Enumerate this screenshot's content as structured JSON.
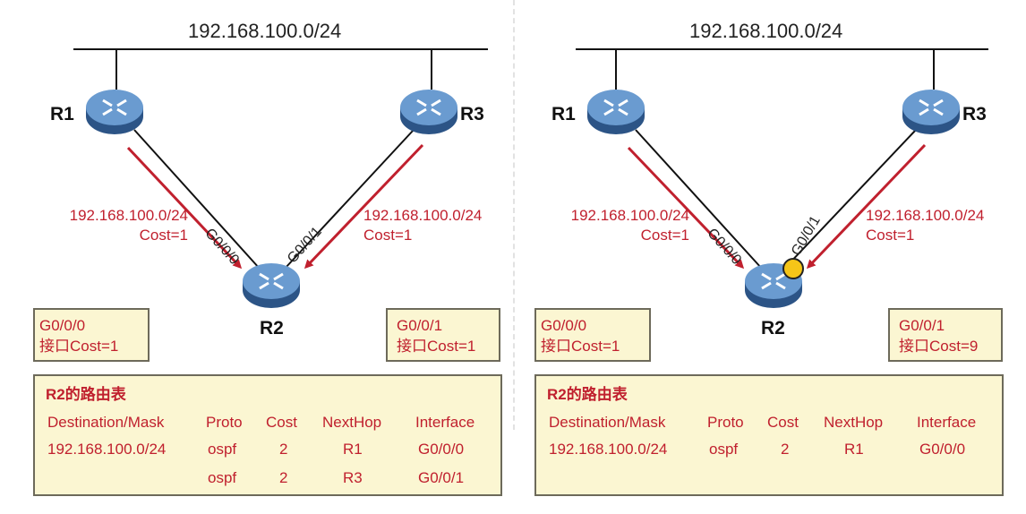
{
  "colors": {
    "red": "#c0202e",
    "box_bg": "#fbf6d2",
    "router_blue": "#3d6ea6",
    "marker": "#f5c518"
  },
  "icons": [
    "router-icon",
    "red-arrow",
    "yellow-dot"
  ],
  "left": {
    "network": "192.168.100.0/24",
    "routers": {
      "r1": "R1",
      "r2": "R2",
      "r3": "R3"
    },
    "adv_left": {
      "prefix": "192.168.100.0/24",
      "cost": "Cost=1"
    },
    "adv_right": {
      "prefix": "192.168.100.0/24",
      "cost": "Cost=1"
    },
    "if_left": "G0/0/0",
    "if_right": "G0/0/1",
    "box_left": {
      "line1": "G0/0/0",
      "line2": "接口Cost=1"
    },
    "box_right": {
      "line1": "G0/0/1",
      "line2": "接口Cost=1"
    },
    "table": {
      "title": "R2的路由表",
      "headers": [
        "Destination/Mask",
        "Proto",
        "Cost",
        "NextHop",
        "Interface"
      ],
      "rows": [
        [
          "192.168.100.0/24",
          "ospf",
          "2",
          "R1",
          "G0/0/0"
        ],
        [
          "",
          "ospf",
          "2",
          "R3",
          "G0/0/1"
        ]
      ]
    }
  },
  "right": {
    "network": "192.168.100.0/24",
    "routers": {
      "r1": "R1",
      "r2": "R2",
      "r3": "R3"
    },
    "adv_left": {
      "prefix": "192.168.100.0/24",
      "cost": "Cost=1"
    },
    "adv_right": {
      "prefix": "192.168.100.0/24",
      "cost": "Cost=1"
    },
    "if_left": "G0/0/0",
    "if_right": "G0/0/1",
    "box_left": {
      "line1": "G0/0/0",
      "line2": "接口Cost=1"
    },
    "box_right": {
      "line1": "G0/0/1",
      "line2": "接口Cost=9"
    },
    "table": {
      "title": "R2的路由表",
      "headers": [
        "Destination/Mask",
        "Proto",
        "Cost",
        "NextHop",
        "Interface"
      ],
      "rows": [
        [
          "192.168.100.0/24",
          "ospf",
          "2",
          "R1",
          "G0/0/0"
        ]
      ]
    }
  }
}
